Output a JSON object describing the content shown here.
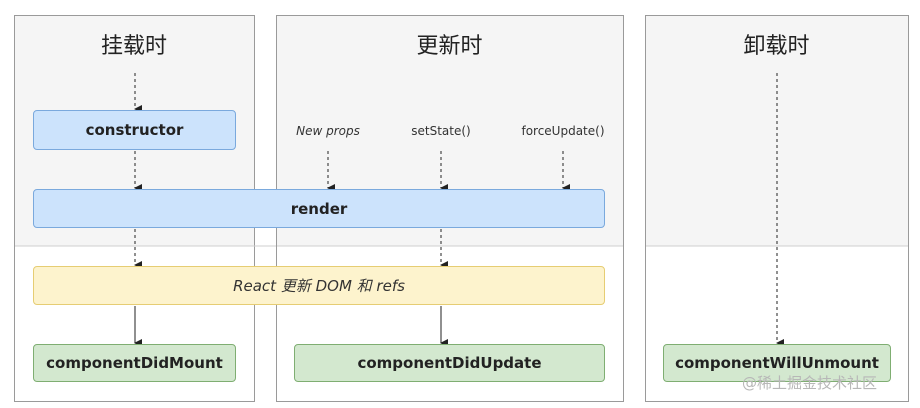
{
  "columns": {
    "mounting": {
      "title": "挂载时"
    },
    "updating": {
      "title": "更新时"
    },
    "unmounting": {
      "title": "卸载时"
    }
  },
  "boxes": {
    "constructor": "constructor",
    "render": "render",
    "react_update": "React 更新 DOM 和 refs",
    "did_mount": "componentDidMount",
    "did_update": "componentDidUpdate",
    "will_unmount": "componentWillUnmount"
  },
  "triggers": {
    "new_props": "New props",
    "set_state": "setState()",
    "force_update": "forceUpdate()"
  },
  "watermark": "@稀土掘金技术社区",
  "colors": {
    "render_phase_bg": "#f5f5f5",
    "commit_phase_bg": "#ffffff",
    "panel_border": "#9a9a9a",
    "blue_box": "#cce3fc",
    "yellow_box": "#fdf3cd",
    "green_box": "#d3e8cf"
  }
}
